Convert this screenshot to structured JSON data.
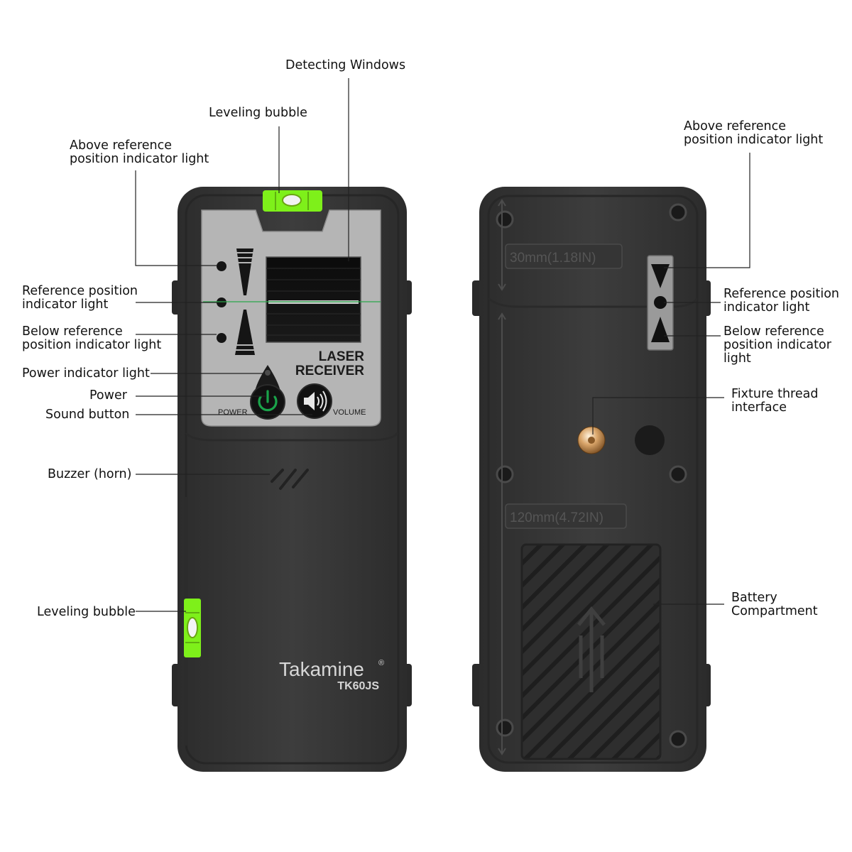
{
  "labels": {
    "detecting_windows": "Detecting Windows",
    "leveling_bubble_top": "Leveling bubble",
    "above_ref_front": "Above reference\nposition indicator light",
    "ref_front": "Reference position\nindicator light",
    "below_ref_front": "Below reference\nposition indicator light",
    "power_indicator": "Power indicator light",
    "power": "Power",
    "sound_button": "Sound button",
    "buzzer": "Buzzer (horn)",
    "leveling_bubble_side": "Leveling bubble",
    "above_ref_back": "Above reference\nposition indicator light",
    "ref_back": "Reference position\nindicator light",
    "below_ref_back": "Below reference\nposition indicator\nlight",
    "fixture_thread": "Fixture thread\ninterface",
    "battery": "Battery\nCompartment"
  },
  "device_text": {
    "laser": "LASER",
    "receiver": "RECEIVER",
    "power_btn": "POWER",
    "volume_btn": "VOLUME",
    "brand": "Takamine",
    "registered": "®",
    "model": "TK60JS",
    "scale_30": "30mm(1.18IN)",
    "scale_120": "120mm(4.72IN)"
  },
  "colors": {
    "body": "#3b3b3b",
    "body_dark": "#2a2a2a",
    "panel": "#b4b4b4",
    "bubble_green": "#7ef01a",
    "power_green": "#1aa34a",
    "thread_gold": "#c9955a"
  },
  "icons": [
    "power-icon",
    "speaker-icon",
    "up-arrow-icon",
    "down-arrow-icon"
  ]
}
